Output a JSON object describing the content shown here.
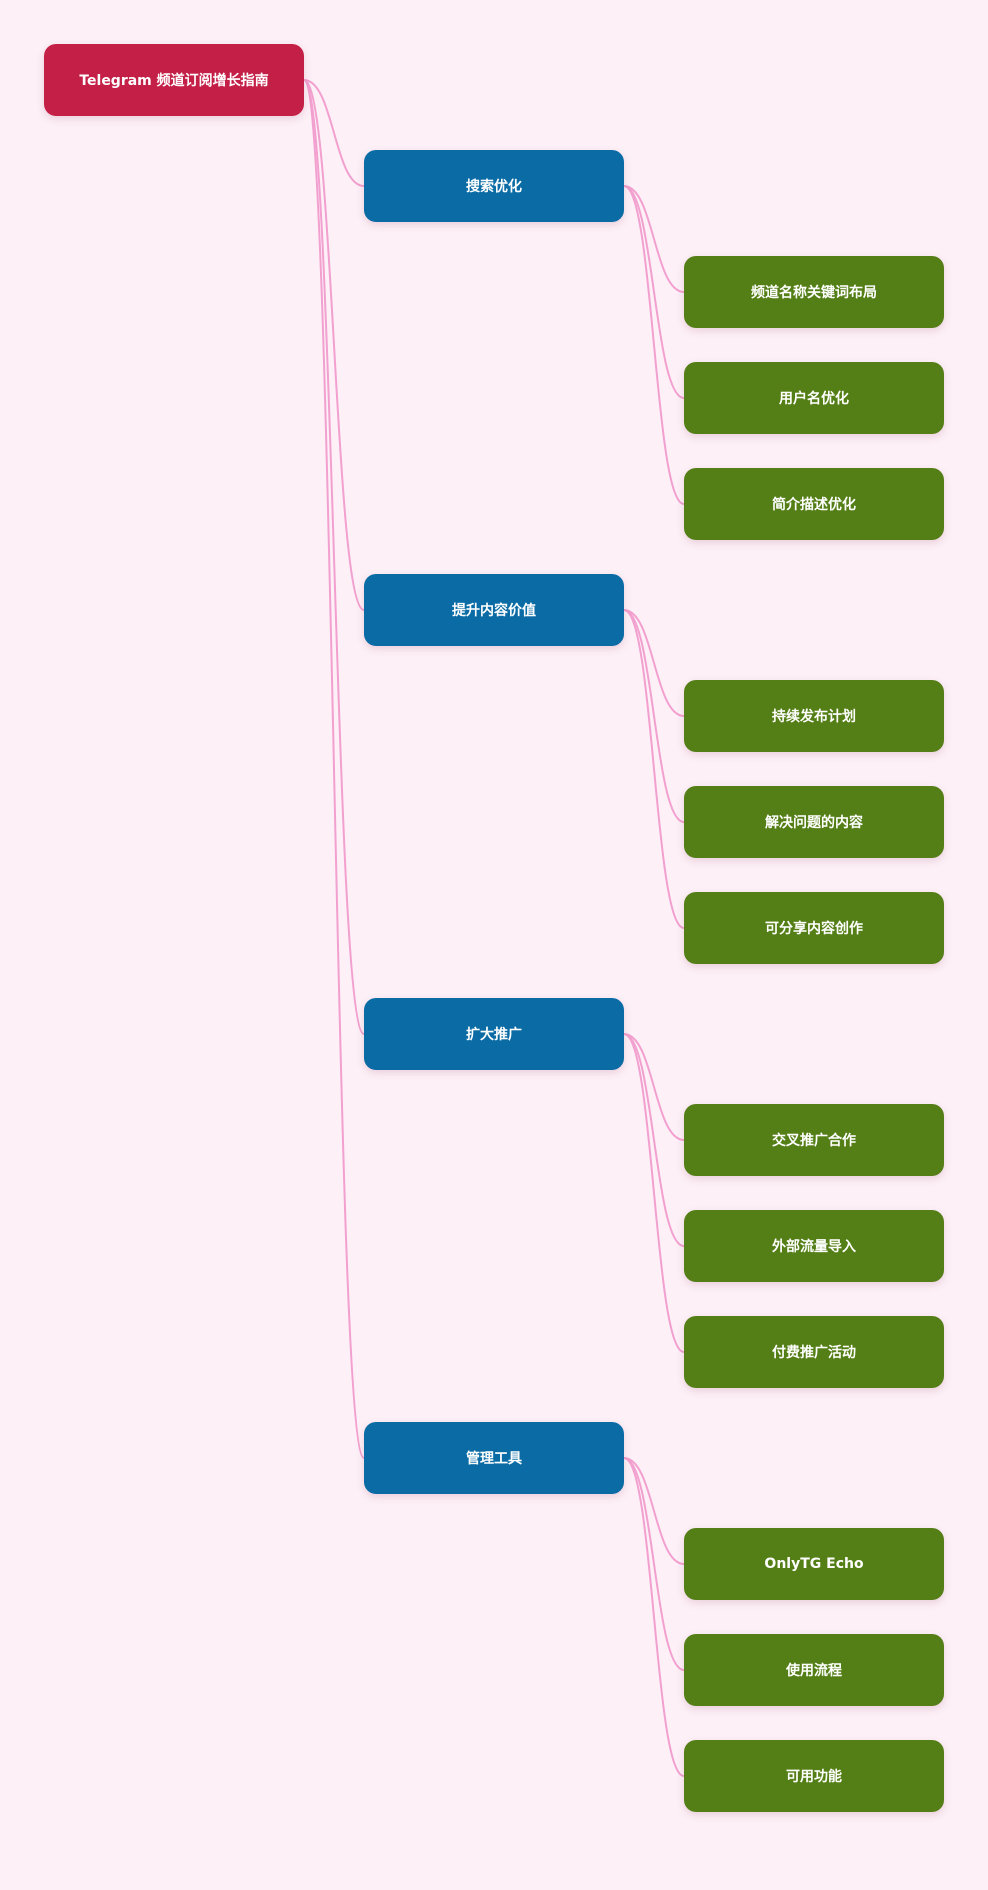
{
  "colors": {
    "background": "#fdf0f7",
    "root": "#c41f47",
    "category": "#0b6ca5",
    "leaf": "#547f16",
    "edge": "#f2a0cf"
  },
  "root": {
    "label": "Telegram 频道订阅增长指南"
  },
  "categories": [
    {
      "label": "搜索优化",
      "children": [
        "频道名称关键词布局",
        "用户名优化",
        "简介描述优化"
      ]
    },
    {
      "label": "提升内容价值",
      "children": [
        "持续发布计划",
        "解决问题的内容",
        "可分享内容创作"
      ]
    },
    {
      "label": "扩大推广",
      "children": [
        "交叉推广合作",
        "外部流量导入",
        "付费推广活动"
      ]
    },
    {
      "label": "管理工具",
      "children": [
        "OnlyTG Echo",
        "使用流程",
        "可用功能"
      ]
    }
  ]
}
